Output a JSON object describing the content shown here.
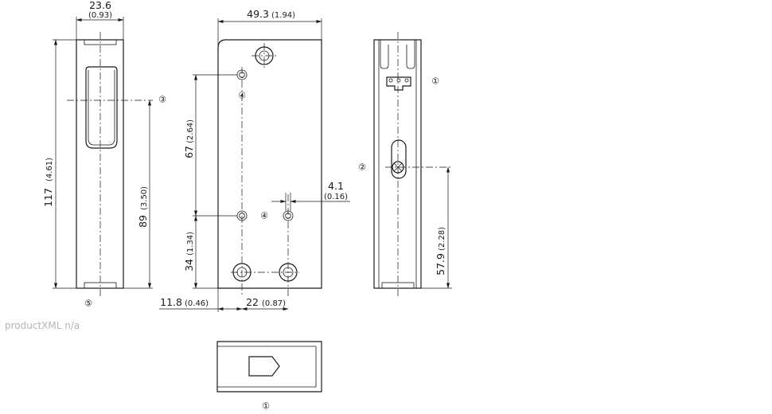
{
  "footer_text": "productXML n/a",
  "dimensions": {
    "width_side": {
      "value": "23.6",
      "inch": "(0.93)"
    },
    "width_front": {
      "value": "49.3",
      "inch": "(1.94)"
    },
    "height_total": {
      "value": "117",
      "inch": "(4.61)"
    },
    "height_slot": {
      "value": "89",
      "inch": "(3.50)"
    },
    "hole_spacing_v": {
      "value": "67",
      "inch": "(2.64)"
    },
    "hole_offset_bottom": {
      "value": "34",
      "inch": "(1.34)"
    },
    "hole_diameter": {
      "value": "4.1",
      "inch": "(0.16)"
    },
    "hole_offset_left": {
      "value": "11.8",
      "inch": "(0.46)"
    },
    "hole_spacing_h": {
      "value": "22",
      "inch": "(0.87)"
    },
    "height_right": {
      "value": "57.9",
      "inch": "(2.28)"
    }
  },
  "callouts": {
    "c1": "①",
    "c2": "②",
    "c3": "③",
    "c4": "④",
    "c5": "⑤"
  }
}
